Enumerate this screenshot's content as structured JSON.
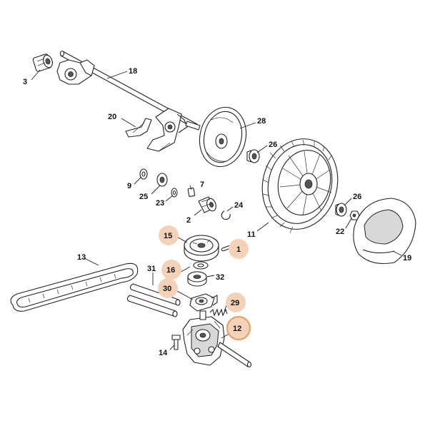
{
  "labels": {
    "p1": "1",
    "p2": "2",
    "p3": "3",
    "p7": "7",
    "p9": "9",
    "p11": "11",
    "p12": "12",
    "p13": "13",
    "p14": "14",
    "p15": "15",
    "p16": "16",
    "p18": "18",
    "p19": "19",
    "p20": "20",
    "p22": "22",
    "p23": "23",
    "p24": "24",
    "p25": "25",
    "p26a": "26",
    "p26b": "26",
    "p28": "28",
    "p29": "29",
    "p30": "30",
    "p31": "31",
    "p32": "32"
  },
  "colors": {
    "highlight_fill": "#f4d1b9",
    "selected_ring": "#e2a36e",
    "line": "#222222"
  }
}
